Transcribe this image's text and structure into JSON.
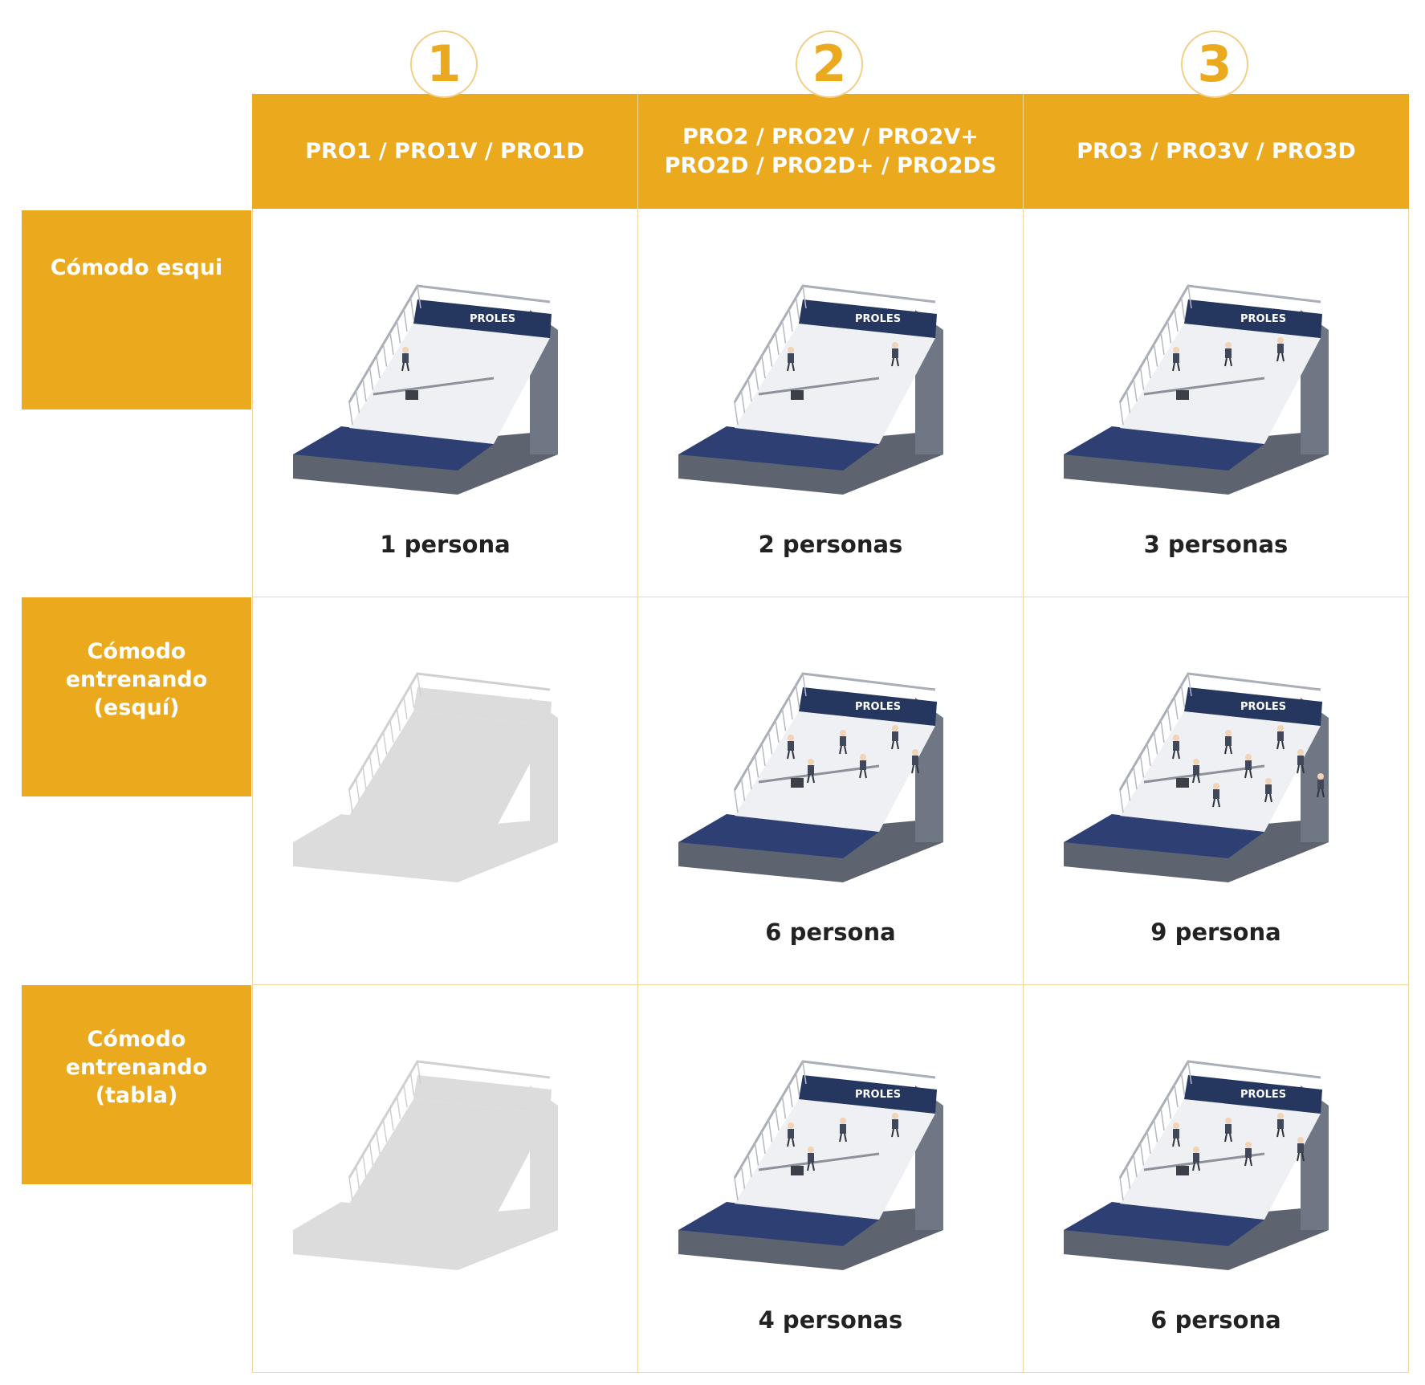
{
  "columns": [
    {
      "number": "1",
      "header_line1": "PRO1 / PRO1V / PRO1D",
      "header_line2": ""
    },
    {
      "number": "2",
      "header_line1": "PRO2 / PRO2V / PRO2V+",
      "header_line2": "PRO2D / PRO2D+ / PRO2DS"
    },
    {
      "number": "3",
      "header_line1": "PRO3 / PRO3V / PRO3D",
      "header_line2": ""
    }
  ],
  "rows": [
    {
      "label_lines": [
        "Cómodo esqui"
      ]
    },
    {
      "label_lines": [
        "Cómodo",
        "entrenando",
        "(esquí)"
      ]
    },
    {
      "label_lines": [
        "Cómodo",
        "entrenando",
        "(tabla)"
      ]
    }
  ],
  "cells": [
    [
      {
        "caption": "1 persona",
        "available": true,
        "skiers": 1
      },
      {
        "caption": "2 personas",
        "available": true,
        "skiers": 2
      },
      {
        "caption": "3 personas",
        "available": true,
        "skiers": 3
      }
    ],
    [
      {
        "caption": "",
        "available": false,
        "skiers": 0
      },
      {
        "caption": "6 persona",
        "available": true,
        "skiers": 6
      },
      {
        "caption": "9 persona",
        "available": true,
        "skiers": 9
      }
    ],
    [
      {
        "caption": "",
        "available": false,
        "skiers": 0
      },
      {
        "caption": "4 personas",
        "available": true,
        "skiers": 4
      },
      {
        "caption": "6 persona",
        "available": true,
        "skiers": 6
      }
    ]
  ],
  "colors": {
    "accent": "#eba91d",
    "grid": "#f1d8a2",
    "caption": "#222222",
    "disabled": "#dcdcdc"
  }
}
